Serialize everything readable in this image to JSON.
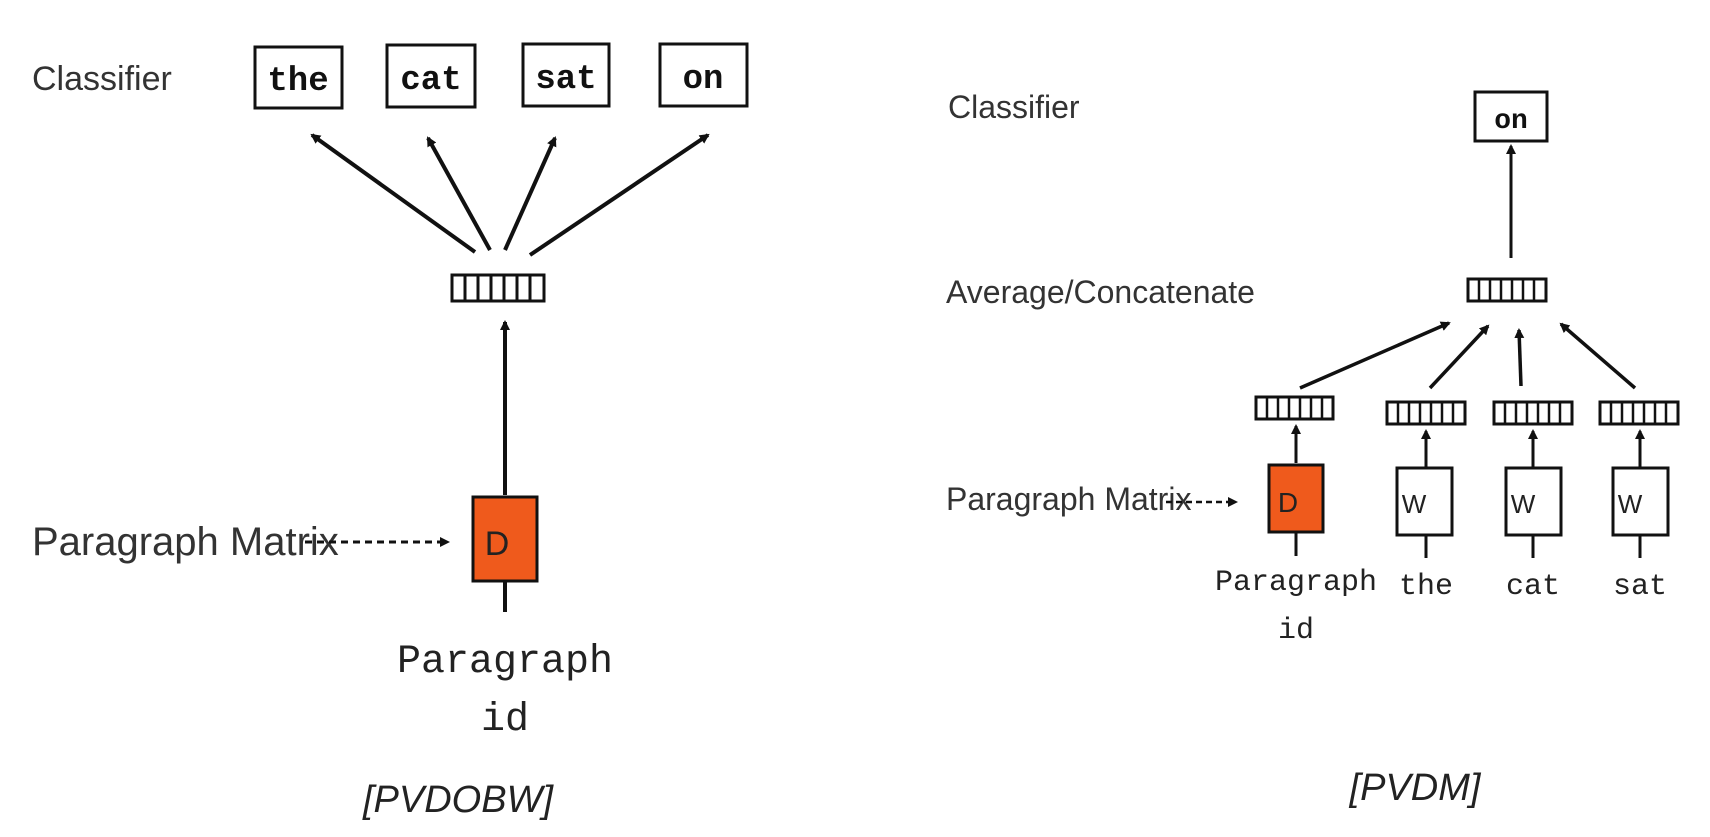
{
  "colors": {
    "paragraph_box": "#ef5a1c",
    "stroke": "#111111"
  },
  "pvdbow": {
    "classifier_label": "Classifier",
    "outputs": [
      "the",
      "cat",
      "sat",
      "on"
    ],
    "paragraph_matrix_label": "Paragraph Matrix",
    "d_label": "D",
    "paragraph_id_line1": "Paragraph",
    "paragraph_id_line2": "id",
    "caption": "[PVDOBW]"
  },
  "pvdm": {
    "classifier_label": "Classifier",
    "output": "on",
    "average_label": "Average/Concatenate",
    "paragraph_matrix_label": "Paragraph Matrix",
    "d_label": "D",
    "w_label": "W",
    "paragraph_id_line1": "Paragraph",
    "paragraph_id_line2": "id",
    "inputs": [
      "the",
      "cat",
      "sat"
    ],
    "caption": "[PVDM]"
  }
}
